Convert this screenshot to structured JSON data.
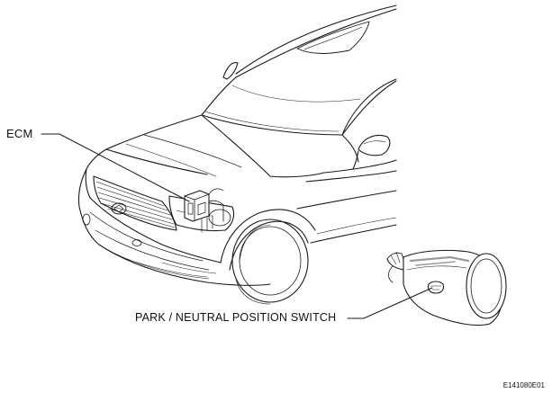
{
  "labels": {
    "ecm": "ECM",
    "park_neutral_switch": "PARK / NEUTRAL POSITION SWITCH",
    "figure_id": "E141080E01"
  },
  "colors": {
    "line": "#1a1a1a",
    "background": "#ffffff",
    "shade": "#9a9a9a"
  }
}
